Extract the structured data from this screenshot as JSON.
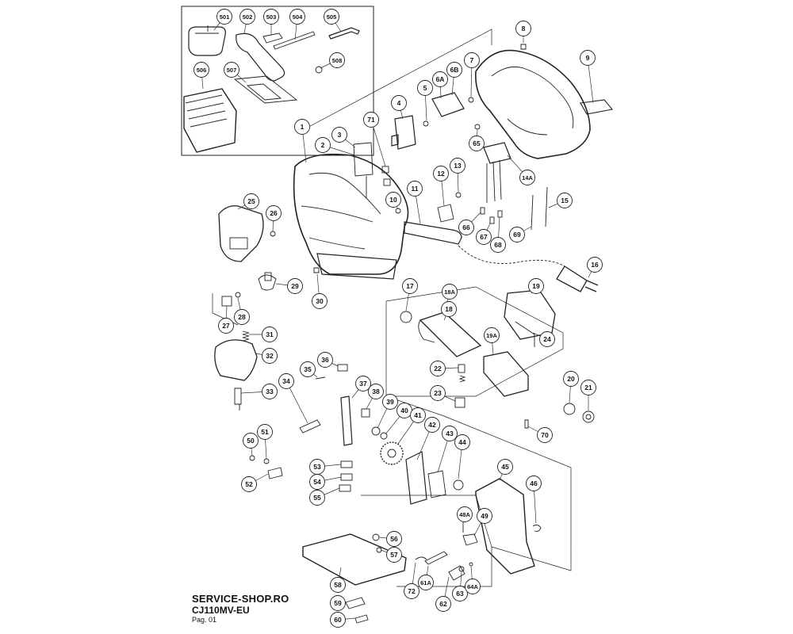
{
  "header": {
    "shop": "SERVICE-SHOP.RO",
    "model": "CJ110MV-EU",
    "page": "Pag. 01"
  },
  "callouts": [
    {
      "id": "c501",
      "label": "501"
    },
    {
      "id": "c502",
      "label": "502"
    },
    {
      "id": "c503",
      "label": "503"
    },
    {
      "id": "c504",
      "label": "504"
    },
    {
      "id": "c505",
      "label": "505"
    },
    {
      "id": "c506",
      "label": "506"
    },
    {
      "id": "c507",
      "label": "507"
    },
    {
      "id": "c508",
      "label": "508"
    },
    {
      "id": "c1",
      "label": "1"
    },
    {
      "id": "c2",
      "label": "2"
    },
    {
      "id": "c3",
      "label": "3"
    },
    {
      "id": "c4",
      "label": "4"
    },
    {
      "id": "c5",
      "label": "5"
    },
    {
      "id": "c6A",
      "label": "6A"
    },
    {
      "id": "c6B",
      "label": "6B"
    },
    {
      "id": "c7",
      "label": "7"
    },
    {
      "id": "c8",
      "label": "8"
    },
    {
      "id": "c9",
      "label": "9"
    },
    {
      "id": "c10",
      "label": "10"
    },
    {
      "id": "c11",
      "label": "11"
    },
    {
      "id": "c12",
      "label": "12"
    },
    {
      "id": "c13",
      "label": "13"
    },
    {
      "id": "c14A",
      "label": "14A"
    },
    {
      "id": "c15",
      "label": "15"
    },
    {
      "id": "c16",
      "label": "16"
    },
    {
      "id": "c17",
      "label": "17"
    },
    {
      "id": "c18",
      "label": "18"
    },
    {
      "id": "c18A",
      "label": "18A"
    },
    {
      "id": "c19",
      "label": "19"
    },
    {
      "id": "c19A",
      "label": "19A"
    },
    {
      "id": "c20",
      "label": "20"
    },
    {
      "id": "c21",
      "label": "21"
    },
    {
      "id": "c22",
      "label": "22"
    },
    {
      "id": "c23",
      "label": "23"
    },
    {
      "id": "c24",
      "label": "24"
    },
    {
      "id": "c25",
      "label": "25"
    },
    {
      "id": "c26",
      "label": "26"
    },
    {
      "id": "c27",
      "label": "27"
    },
    {
      "id": "c28",
      "label": "28"
    },
    {
      "id": "c29",
      "label": "29"
    },
    {
      "id": "c30",
      "label": "30"
    },
    {
      "id": "c31",
      "label": "31"
    },
    {
      "id": "c32",
      "label": "32"
    },
    {
      "id": "c33",
      "label": "33"
    },
    {
      "id": "c34",
      "label": "34"
    },
    {
      "id": "c35",
      "label": "35"
    },
    {
      "id": "c36",
      "label": "36"
    },
    {
      "id": "c37",
      "label": "37"
    },
    {
      "id": "c38",
      "label": "38"
    },
    {
      "id": "c39",
      "label": "39"
    },
    {
      "id": "c40",
      "label": "40"
    },
    {
      "id": "c41",
      "label": "41"
    },
    {
      "id": "c42",
      "label": "42"
    },
    {
      "id": "c43",
      "label": "43"
    },
    {
      "id": "c44",
      "label": "44"
    },
    {
      "id": "c45",
      "label": "45"
    },
    {
      "id": "c46",
      "label": "46"
    },
    {
      "id": "c48A",
      "label": "48A"
    },
    {
      "id": "c49",
      "label": "49"
    },
    {
      "id": "c50",
      "label": "50"
    },
    {
      "id": "c51",
      "label": "51"
    },
    {
      "id": "c52",
      "label": "52"
    },
    {
      "id": "c53",
      "label": "53"
    },
    {
      "id": "c54",
      "label": "54"
    },
    {
      "id": "c55",
      "label": "55"
    },
    {
      "id": "c56",
      "label": "56"
    },
    {
      "id": "c57",
      "label": "57"
    },
    {
      "id": "c58",
      "label": "58"
    },
    {
      "id": "c59",
      "label": "59"
    },
    {
      "id": "c60",
      "label": "60"
    },
    {
      "id": "c61A",
      "label": "61A"
    },
    {
      "id": "c62",
      "label": "62"
    },
    {
      "id": "c63",
      "label": "63"
    },
    {
      "id": "c64A",
      "label": "64A"
    },
    {
      "id": "c65",
      "label": "65"
    },
    {
      "id": "c66",
      "label": "66"
    },
    {
      "id": "c67",
      "label": "67"
    },
    {
      "id": "c68",
      "label": "68"
    },
    {
      "id": "c69",
      "label": "69"
    },
    {
      "id": "c70",
      "label": "70"
    },
    {
      "id": "c71",
      "label": "71"
    },
    {
      "id": "c72",
      "label": "72"
    }
  ]
}
